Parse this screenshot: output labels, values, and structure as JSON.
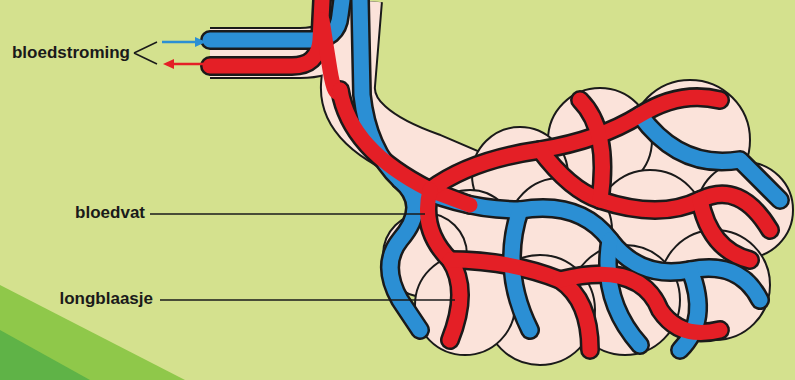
{
  "diagram": {
    "labels": [
      "bloedstroming",
      "bloedvat",
      "longblaasje"
    ]
  }
}
